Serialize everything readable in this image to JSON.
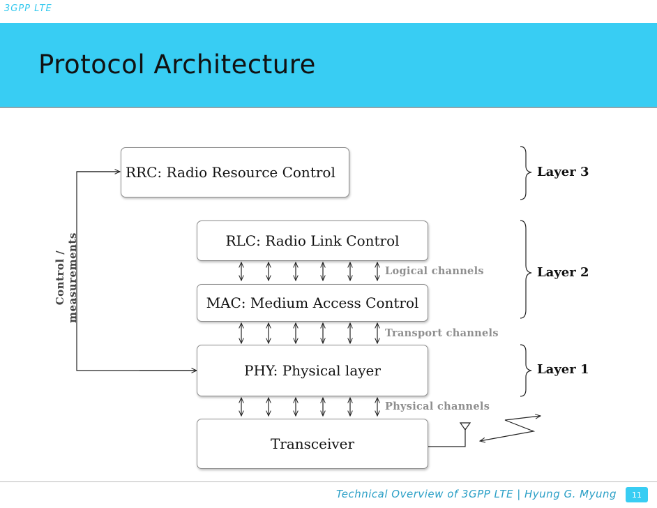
{
  "header": {
    "top_label": "3GPP LTE",
    "title": "Protocol Architecture"
  },
  "diagram": {
    "rrc": "RRC: Radio Resource Control",
    "rlc": "RLC: Radio Link Control",
    "mac": "MAC: Medium Access Control",
    "phy": "PHY: Physical layer",
    "transceiver": "Transceiver",
    "control_label": "Control / measurements",
    "logical_channels": "Logical channels",
    "transport_channels": "Transport channels",
    "physical_channels": "Physical channels",
    "layer3": "Layer 3",
    "layer2": "Layer 2",
    "layer1": "Layer 1"
  },
  "footer": {
    "text": "Technical Overview of 3GPP LTE | Hyung G. Myung",
    "page_number": "11"
  },
  "colors": {
    "banner": "#38cdf3",
    "channel_text": "#8e8e8e"
  }
}
